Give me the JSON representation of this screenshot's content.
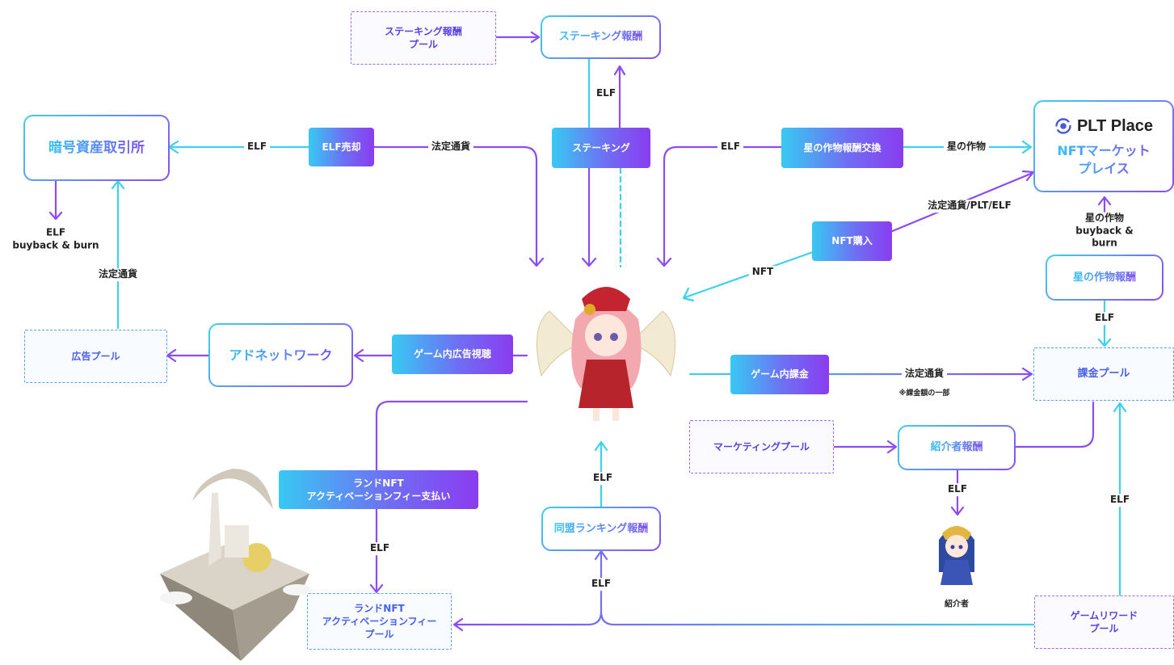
{
  "nodes": {
    "staking_reward_pool": "ステーキング報酬\nプール",
    "staking_reward": "ステーキング報酬",
    "crypto_exchange": "暗号資産取引所",
    "elf_sell": "ELF売却",
    "staking": "ステーキング",
    "star_crop_exchange": "星の作物報酬交換",
    "plt_brand": "PLT Place",
    "nft_market": "NFTマーケット\nプレイス",
    "nft_purchase": "NFT購入",
    "star_crop_reward": "星の作物報酬",
    "ad_pool": "広告プール",
    "ad_network": "アドネットワーク",
    "ingame_ad_view": "ゲーム内広告視聴",
    "ingame_charge": "ゲーム内課金",
    "charge_pool": "課金プール",
    "marketing_pool": "マーケティングプール",
    "referrer_reward": "紹介者報酬",
    "land_activation_pay": "ランドNFT\nアクティベーションフィー支払い",
    "alliance_ranking_reward": "同盟ランキング報酬",
    "land_activation_pool": "ランドNFT\nアクティベーションフィー\nプール",
    "game_reward_pool": "ゲームリワード\nプール",
    "referrer": "紹介者"
  },
  "labels": {
    "elf_staking": "ELF",
    "elf_exchange": "ELF",
    "fiat_sell": "法定通貨",
    "elf_crop": "ELF",
    "star_crop": "星の作物",
    "fiat_plt_elf": "法定通貨/PLT/ELF",
    "nft": "NFT",
    "elf_burn": "ELF\nbuyback & burn",
    "fiat_exchange": "法定通貨",
    "crop_burn": "星の作物\nbuyback & burn",
    "elf_crop_reward": "ELF",
    "fiat_charge": "法定通貨",
    "charge_note": "※課金額の一部",
    "elf_referrer": "ELF",
    "elf_game_reward": "ELF",
    "elf_land": "ELF",
    "elf_ranking_up": "ELF",
    "elf_ranking": "ELF"
  },
  "icons": {
    "plt_logo": "plt-logo-icon",
    "center_character": "angel-character-illustration",
    "referrer_character": "knight-girl-illustration",
    "land_island": "floating-castle-island-illustration"
  },
  "colors": {
    "purple": "#8b4bf5",
    "cyan": "#3ed0ef",
    "blue_text": "#4860e8"
  }
}
